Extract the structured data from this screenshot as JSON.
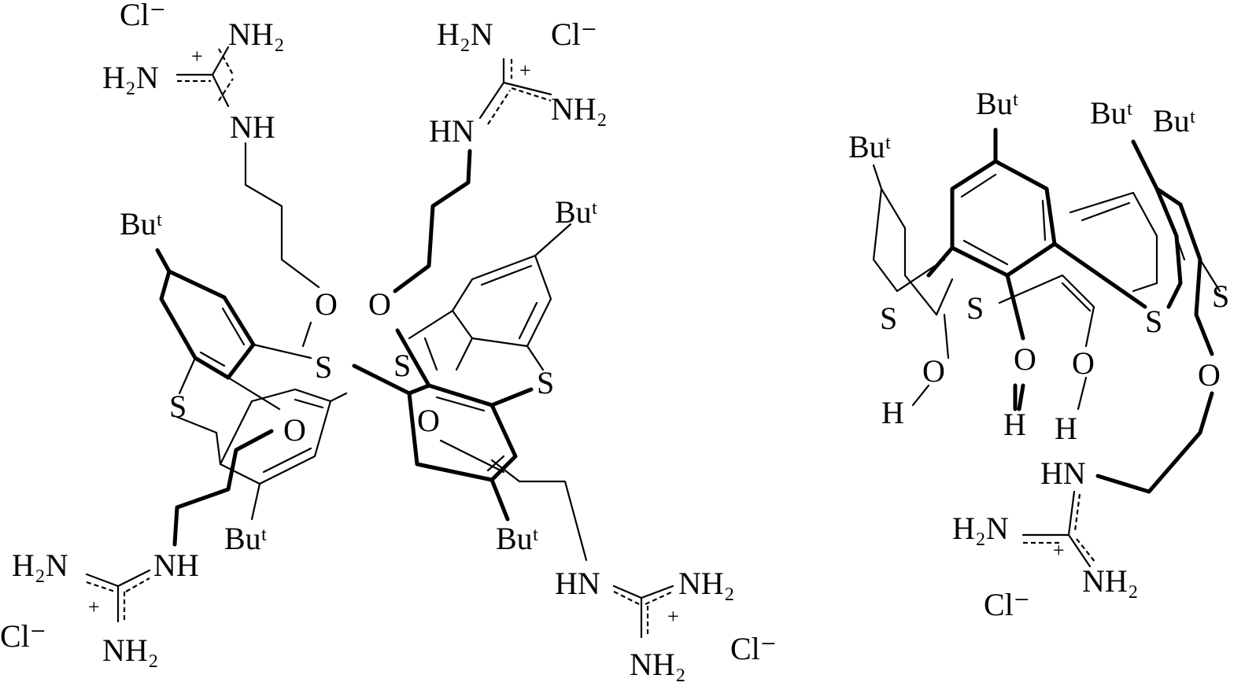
{
  "title": "Thiacalixarene guanidinium chloride structures",
  "left_molecule": {
    "labels": [
      "Cl⁻",
      "NH₂",
      "H₂N",
      "+",
      "NH",
      "H₂N",
      "Cl⁻",
      "NH₂",
      "+",
      "HN",
      "Buᵗ",
      "Buᵗ",
      "O",
      "O",
      "S",
      "S",
      "S",
      "S",
      "O",
      "O",
      "Buᵗ",
      "Buᵗ",
      "H₂N",
      "NH",
      "+",
      "Cl⁻",
      "NH₂",
      "HN",
      "NH₂",
      "+",
      "NH₂",
      "Cl⁻"
    ]
  },
  "right_molecule": {
    "labels": [
      "Buᵗ",
      "Buᵗ",
      "Buᵗ",
      "Buᵗ",
      "S",
      "S",
      "S",
      "S",
      "O",
      "O",
      "O",
      "O",
      "H",
      "H",
      "H",
      "HN",
      "H₂N",
      "+",
      "NH₂",
      "Cl⁻"
    ]
  }
}
